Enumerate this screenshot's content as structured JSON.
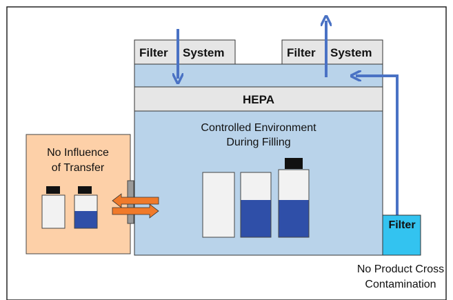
{
  "filter_system_left": {
    "word1": "Filter",
    "word2": "System"
  },
  "filter_system_right": {
    "word1": "Filter",
    "word2": "System"
  },
  "hepa_label": "HEPA",
  "controlled_environment": {
    "line1": "Controlled Environment",
    "line2": "During Filling"
  },
  "transfer_zone": {
    "line1": "No Influence",
    "line2": "of Transfer"
  },
  "filter_box_label": "Filter",
  "cross_contamination": {
    "line1": "No Product Cross",
    "line2": "Contamination"
  },
  "colors": {
    "chamber": "#b9d3ea",
    "hepa": "#e6e6e6",
    "transfer_zone": "#fdd0a8",
    "arrow_blue": "#4a72c4",
    "arrow_orange": "#f07a2a",
    "filter_box": "#33c3f0",
    "product_fill": "#2f4fa8"
  }
}
